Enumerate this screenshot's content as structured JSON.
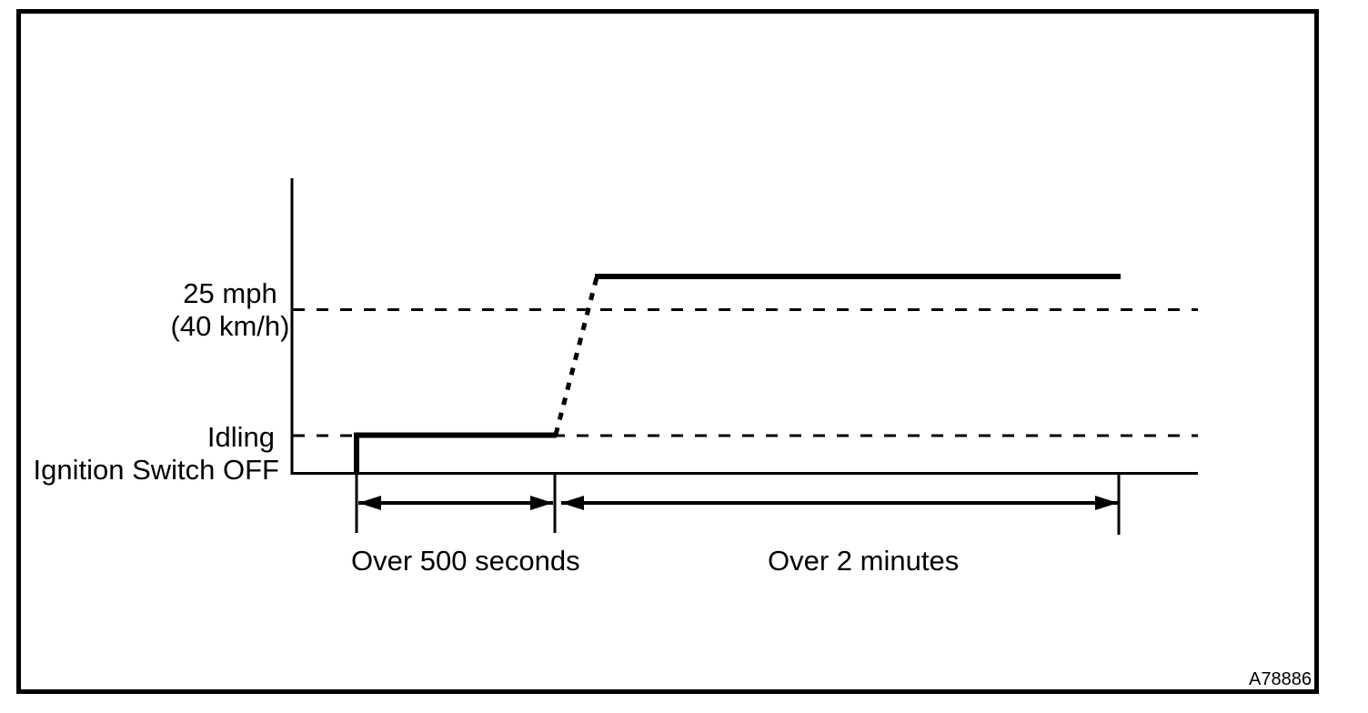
{
  "figure_code": "A78886",
  "axis": {
    "speed_label_line1": "25 mph",
    "speed_label_line2": "(40 km/h)",
    "idling_label": "Idling",
    "ignition_off_label": "Ignition Switch OFF"
  },
  "intervals": {
    "idle_phase_label": "Over 500 seconds",
    "drive_phase_label": "Over 2 minutes"
  },
  "colors": {
    "ink": "#000000",
    "background": "#ffffff"
  },
  "chart_data": {
    "type": "line",
    "x_axis": "time",
    "y_levels": [
      "Ignition Switch OFF",
      "Idling",
      "25 mph (40 km/h)"
    ],
    "segments": [
      {
        "phase": "idling",
        "level": "Idling",
        "duration": "Over 500 seconds",
        "line_style": "solid"
      },
      {
        "phase": "acceleration",
        "from_level": "Idling",
        "to_level": "above 25 mph (40 km/h)",
        "line_style": "dotted"
      },
      {
        "phase": "driving",
        "level": "above 25 mph (40 km/h)",
        "duration": "Over 2 minutes",
        "line_style": "solid"
      }
    ],
    "grid": "dashed reference lines at Idling and 25 mph (40 km/h) levels",
    "legend": "none"
  }
}
